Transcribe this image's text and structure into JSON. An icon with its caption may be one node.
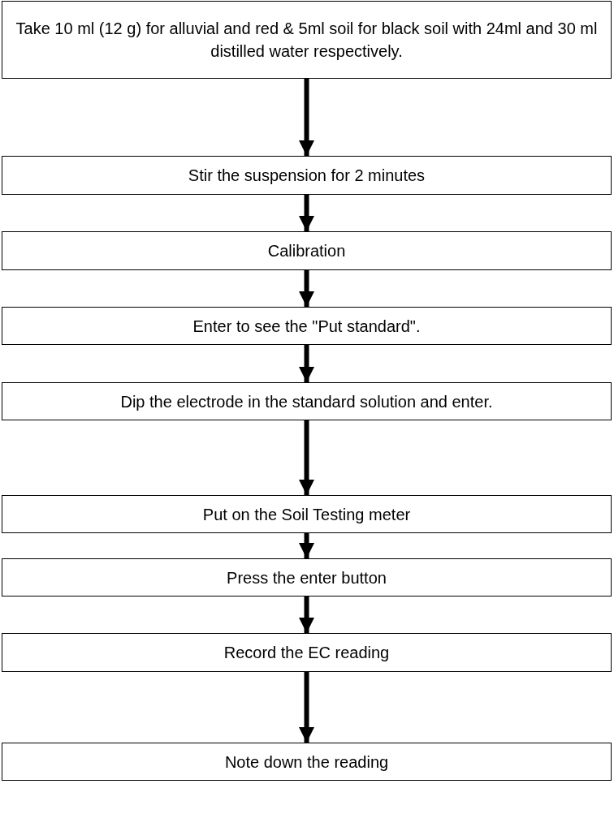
{
  "diagram": {
    "nodes": [
      {
        "text": [
          "Take 10 ml (12 g) for alluvial and red & 5ml soil for black soil with 24ml and 30 ml distilled water respectively."
        ]
      },
      {
        "text": [
          "Stir the suspension for 2 minutes"
        ]
      },
      {
        "text": [
          "Calibration"
        ]
      },
      {
        "text": [
          "Enter to see the \"Put standard\"."
        ]
      },
      {
        "text": [
          "Dip the electrode in the standard solution and enter."
        ]
      },
      {
        "text": [
          "Put on the Soil Testing meter"
        ]
      },
      {
        "text": [
          "Press the enter button"
        ]
      },
      {
        "text": [
          "Record the EC reading"
        ]
      },
      {
        "text": [
          "Note down the reading"
        ]
      }
    ],
    "edges": [
      {
        "from": 0,
        "to": 1,
        "arrow": "to"
      },
      {
        "from": 1,
        "to": 2,
        "arrow": "to"
      },
      {
        "from": 2,
        "to": 3,
        "arrow": "to"
      },
      {
        "from": 3,
        "to": 4,
        "arrow": "to"
      },
      {
        "from": 4,
        "to": 5,
        "arrow": "to"
      },
      {
        "from": 5,
        "to": 6,
        "arrow": "to"
      },
      {
        "from": 6,
        "to": 7,
        "arrow": "to"
      },
      {
        "from": 7,
        "to": 8,
        "arrow": "to"
      }
    ]
  }
}
